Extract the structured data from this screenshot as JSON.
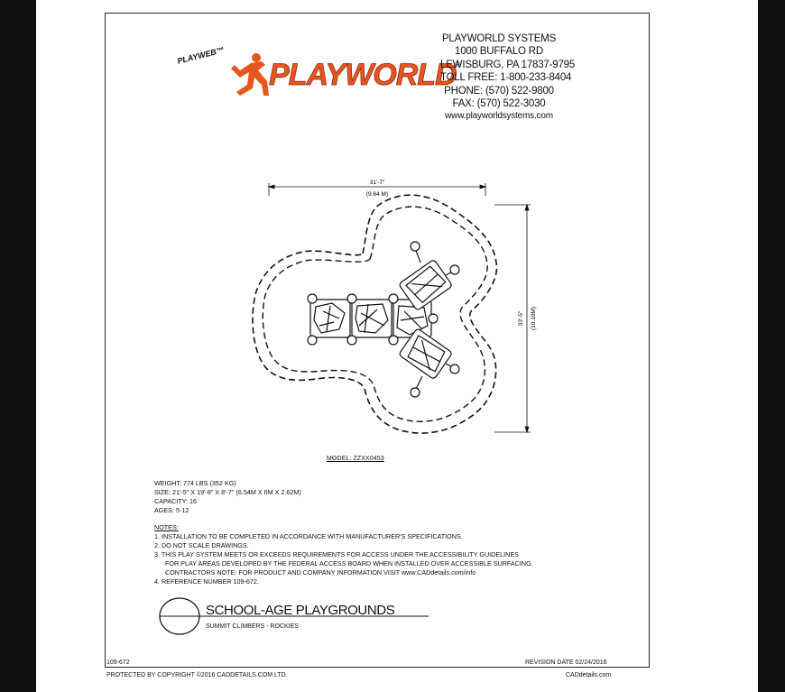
{
  "logo": {
    "tag": "PLAYWEB™",
    "brand": "PLAYWORLD",
    "registered": "®",
    "brand_color": "#e8561f"
  },
  "company": {
    "lines": [
      "PLAYWORLD SYSTEMS",
      "1000 BUFFALO RD",
      "LEWISBURG, PA 17837-9795",
      "TOLL FREE: 1-800-233-8404",
      "PHONE: (570) 522-9800",
      "FAX: (570) 522-3030",
      "www.playworldsystems.com"
    ]
  },
  "plan": {
    "width_dim": "31'-7\"",
    "width_metric": "(9.64 M)",
    "height_dim": "33'-5\"",
    "height_metric": "(10.19M)"
  },
  "model_label": "MODEL: ZZXX0453",
  "specs": [
    "WEIGHT: 774 LBS (352 KG)",
    "SIZE: 21'-5\" X 19'-8\" X 8'-7\" (6.54M X 6M X 2.62M)",
    "CAPACITY: 16",
    "AGES: 5-12"
  ],
  "notes": {
    "heading": "NOTES:",
    "items": [
      "1.  INSTALLATION TO BE COMPLETED IN ACCORDANCE WITH MANUFACTURER'S SPECIFICATIONS.",
      "2.  DO NOT SCALE DRAWINGS.",
      "3.  THIS PLAY SYSTEM MEETS OR EXCEEDS REQUIREMENTS FOR ACCESS UNDER THE ACCESSIBILITY GUIDELINES",
      "FOR PLAY AREAS DEVELOPED BY THE FEDERAL ACCESS BOARD WHEN INSTALLED OVER ACCESSIBLE SURFACING.",
      "CONTRACTORS NOTE: FOR PRODUCT AND COMPANY INFORMATION VISIT www.CADdetails.com/info",
      "4.  REFERENCE NUMBER 109-672."
    ]
  },
  "title": {
    "main": "SCHOOL-AGE PLAYGROUNDS",
    "sub": "SUMMIT CLIMBERS - ROCKIES"
  },
  "footer": {
    "ref_number": "109-672",
    "revision_date": "REVISION DATE 02/24/2016",
    "copyright": "PROTECTED BY COPYRIGHT ©2016 CADDETAILS.COM LTD.",
    "site": "CADdetails.com"
  }
}
